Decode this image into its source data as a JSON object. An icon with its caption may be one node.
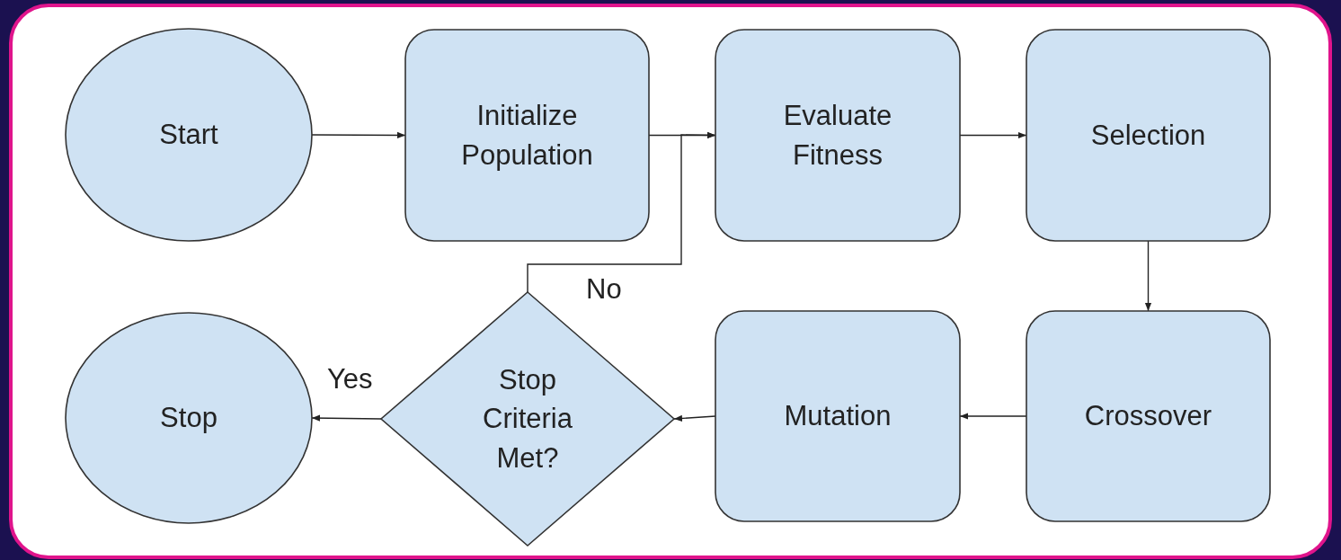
{
  "diagram": {
    "nodes": [
      {
        "text": [
          "Start"
        ]
      },
      {
        "text": [
          "Initialize Population"
        ]
      },
      {
        "text": [
          "Evaluate Fitness"
        ]
      },
      {
        "text": [
          "Selection"
        ]
      },
      {
        "text": [
          "Crossover"
        ]
      },
      {
        "text": [
          "Mutation"
        ]
      },
      {
        "text": [
          "Stop Criteria Met?"
        ]
      },
      {
        "text": [
          "Stop"
        ]
      }
    ],
    "edges": [
      {
        "from": 0,
        "to": 1,
        "arrow": "to"
      },
      {
        "from": 1,
        "to": 2,
        "arrow": "to"
      },
      {
        "from": 2,
        "to": 3,
        "arrow": "to"
      },
      {
        "from": 3,
        "to": 4,
        "arrow": "to"
      },
      {
        "from": 4,
        "to": 5,
        "arrow": "to"
      },
      {
        "from": 5,
        "to": 6,
        "arrow": "to"
      },
      {
        "from": 6,
        "to": 7,
        "arrow": "to",
        "label": "Yes"
      },
      {
        "from": 6,
        "to": 2,
        "arrow": "to",
        "label": "No"
      }
    ]
  }
}
